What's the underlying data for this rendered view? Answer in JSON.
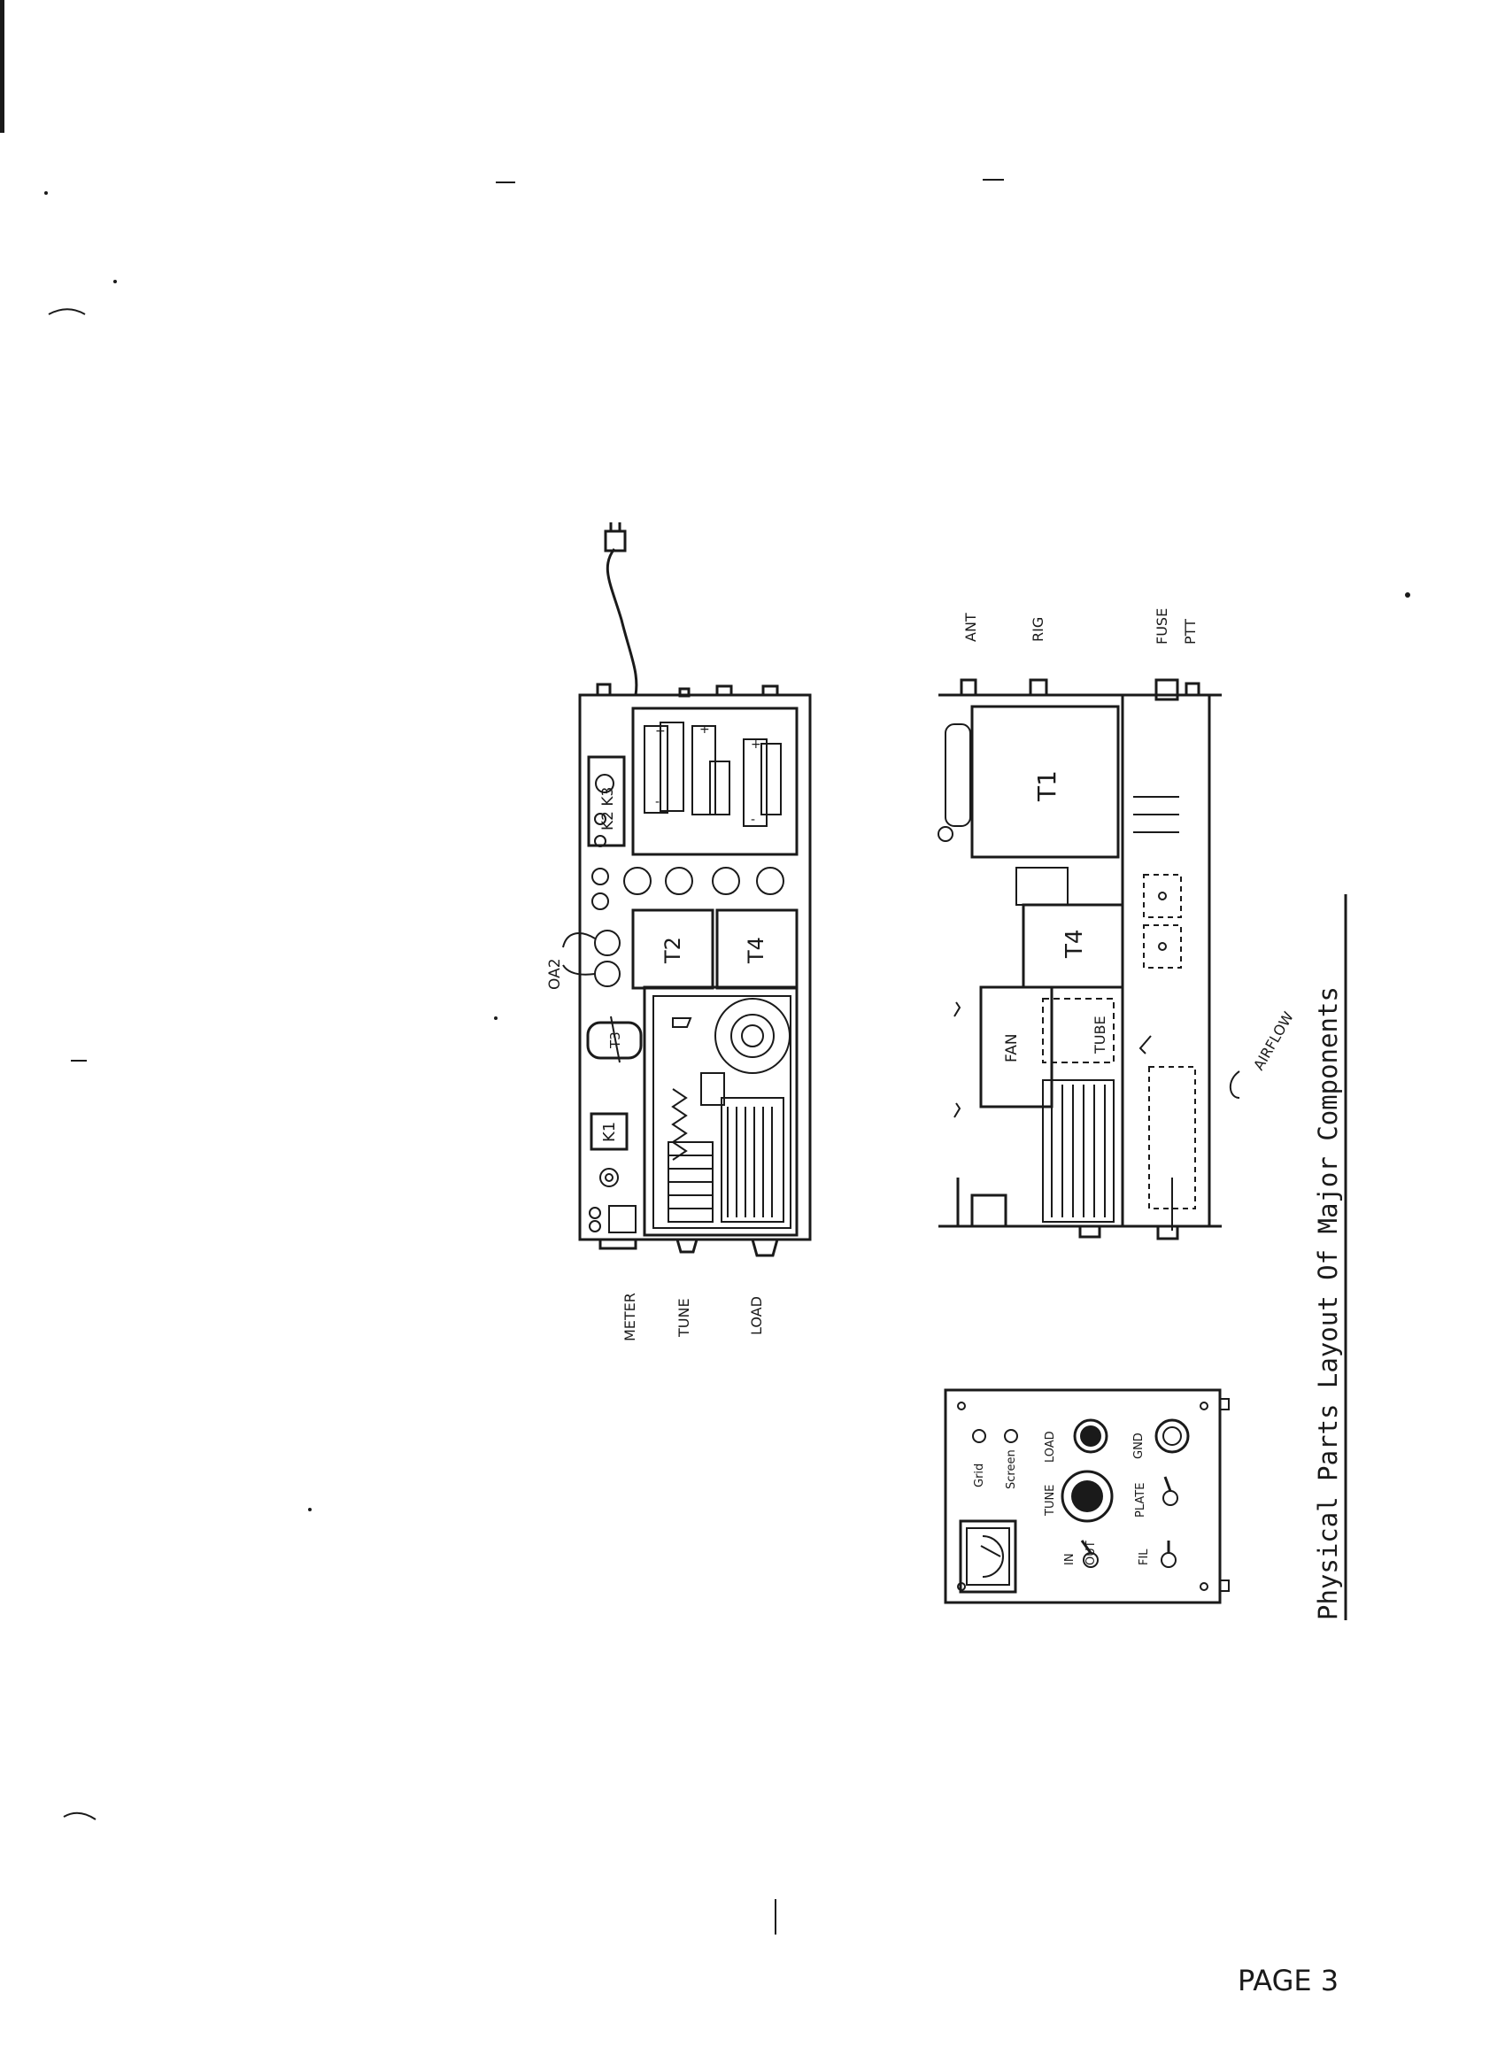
{
  "caption": "Physical Parts Layout Of Major Components",
  "page_label": "PAGE 3",
  "top_view": {
    "components": {
      "oa2": "OA2",
      "k2k3": "K2 K3",
      "k1": "K1",
      "t3": "T3",
      "t2": "T2",
      "t4": "T4"
    },
    "controls": {
      "meter": "METER",
      "tune": "TUNE",
      "load": "LOAD"
    }
  },
  "side_view": {
    "components": {
      "t1": "T1",
      "t4": "T4",
      "fan": "FAN",
      "tube": "TUBE",
      "airflow": "AIRFLOW"
    },
    "connectors": {
      "ant": "ANT",
      "rig": "RIG",
      "fuse": "FUSE",
      "ptt": "PTT"
    }
  },
  "front_panel": {
    "labels": {
      "grid": "Grid",
      "screen": "Screen",
      "load": "LOAD",
      "gnd": "GND",
      "tune": "TUNE",
      "plate": "PLATE",
      "in": "IN",
      "out": "OUT",
      "fil": "FIL"
    }
  }
}
